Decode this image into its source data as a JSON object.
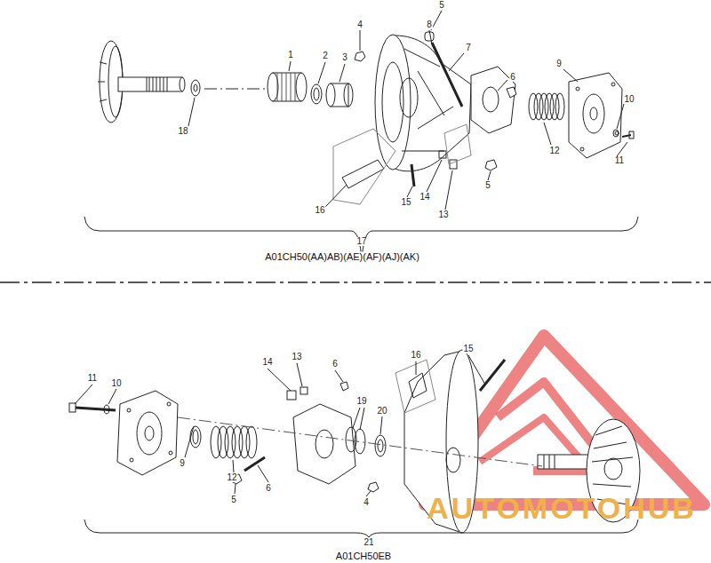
{
  "diagram": {
    "labels": [
      "5",
      "8",
      "4",
      "7",
      "1",
      "2",
      "3",
      "6",
      "9",
      "10",
      "12",
      "11",
      "18",
      "5",
      "16",
      "15",
      "14",
      "13",
      "17",
      "A01CH50(AA)AB)(AE)(AF)(AJ)(AK)",
      "15",
      "16",
      "14",
      "13",
      "6",
      "11",
      "10",
      "19",
      "20",
      "9",
      "12",
      "5",
      "6",
      "4",
      "21",
      "A01CH50EB",
      "AUTOMOTOHUB"
    ]
  }
}
